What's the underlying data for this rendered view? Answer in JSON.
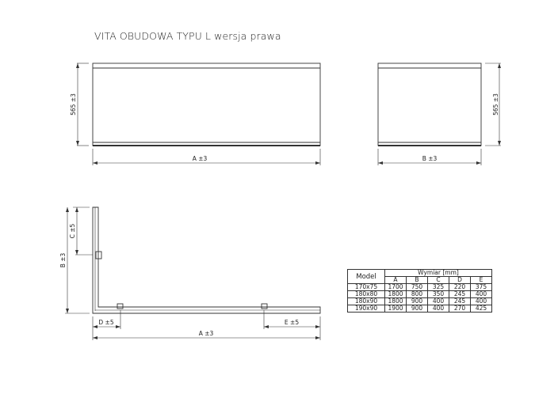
{
  "title": "VITA OBUDOWA TYPU L wersja prawa",
  "dimensions": {
    "height_left": "565 ±3",
    "height_right": "565 ±3",
    "width_a_top": "A ±3",
    "width_b_top": "B ±3",
    "side_c": "C ±5",
    "side_b": "B ±3",
    "bottom_d": "D ±5",
    "bottom_e": "E ±5",
    "bottom_a": "A ±3"
  },
  "table": {
    "model_header": "Model",
    "group_header": "Wymiar [mm]",
    "columns": [
      "A",
      "B",
      "C",
      "D",
      "E"
    ],
    "rows": [
      {
        "model": "170x75",
        "values": [
          "1700",
          "750",
          "325",
          "220",
          "375"
        ]
      },
      {
        "model": "180x80",
        "values": [
          "1800",
          "800",
          "350",
          "245",
          "400"
        ]
      },
      {
        "model": "180x90",
        "values": [
          "1800",
          "900",
          "400",
          "245",
          "400"
        ]
      },
      {
        "model": "190x90",
        "values": [
          "1900",
          "900",
          "400",
          "270",
          "425"
        ]
      }
    ]
  }
}
